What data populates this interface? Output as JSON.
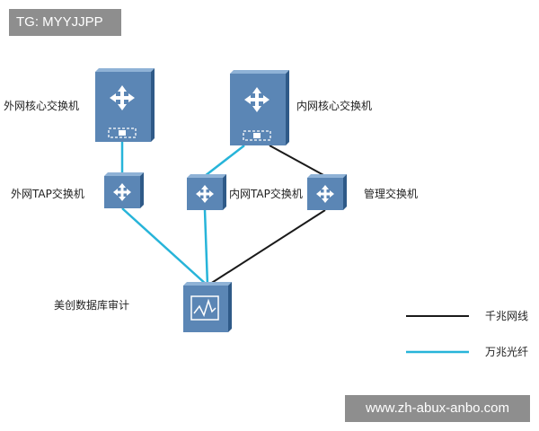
{
  "watermark_top": "TG: MYYJJPP",
  "watermark_bottom": "www.zh-abux-anbo.com",
  "colors": {
    "gigabit_line": "#1a1a1a",
    "tengigabit_line": "#27b4d9",
    "device_face": "#5b86b5",
    "device_side": "#2f5a88",
    "device_top": "#8fb2d6"
  },
  "nodes": {
    "outer_core_switch": {
      "label": "外网核心交换机",
      "icon": "core-switch-icon"
    },
    "inner_core_switch": {
      "label": "内网核心交换机",
      "icon": "core-switch-icon"
    },
    "outer_tap_switch": {
      "label": "外网TAP交换机",
      "icon": "switch-icon"
    },
    "inner_tap_switch": {
      "label": "内网TAP交换机",
      "icon": "switch-icon"
    },
    "mgmt_switch": {
      "label": "管理交换机",
      "icon": "switch-icon"
    },
    "db_audit": {
      "label": "美创数据库审计",
      "icon": "audit-appliance-icon"
    }
  },
  "legend": {
    "gigabit": "千兆网线",
    "tengigabit": "万兆光纤"
  }
}
